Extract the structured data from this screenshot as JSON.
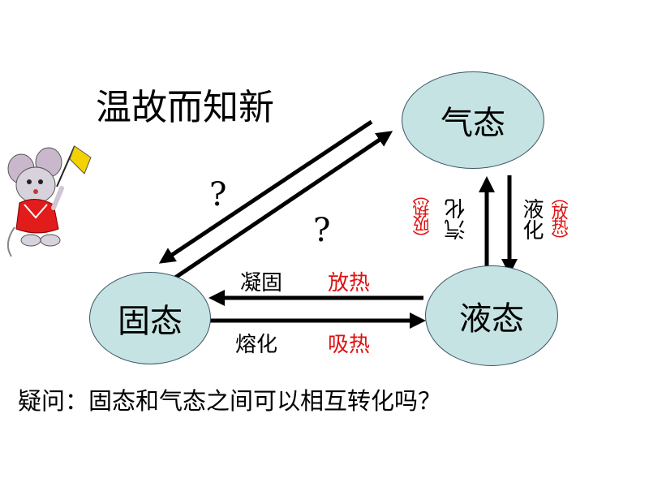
{
  "title": "温故而知新",
  "nodes": {
    "gas": "气态",
    "solid": "固态",
    "liquid": "液态"
  },
  "processes": {
    "solidification": "凝固",
    "solidification_heat": "放热",
    "melting": "熔化",
    "melting_heat": "吸热",
    "vaporization": "汽化",
    "vaporization_heat": "（吸热）",
    "liquefaction": "液化",
    "liquefaction_heat": "（放热）"
  },
  "unknown_marks": [
    "?",
    "?"
  ],
  "question": "疑问：固态和气态之间可以相互转化吗？",
  "colors": {
    "node_fill": "#c6e3e3",
    "node_border": "#3a5566",
    "heat_text": "#e01010",
    "arrow": "#000000"
  }
}
